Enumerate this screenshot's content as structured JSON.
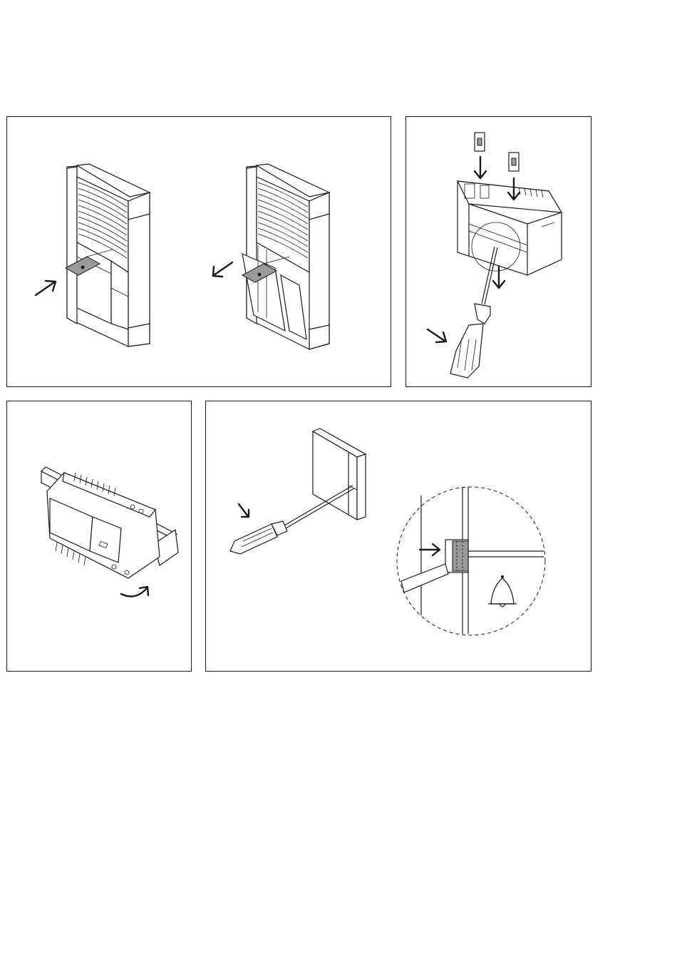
{
  "figure": {
    "panels": [
      {
        "id": "panel-1",
        "content": "door-station-key-removal",
        "arrows": [
          "insert-arrow",
          "pull-out-arrow"
        ]
      },
      {
        "id": "panel-2",
        "content": "module-clip-release-screwdriver",
        "arrows": [
          "down-arrow-1",
          "down-arrow-2",
          "down-arrow-3",
          "push-arrow"
        ]
      },
      {
        "id": "panel-3",
        "content": "din-rail-mount",
        "arrows": [
          "rotate-arrow"
        ]
      },
      {
        "id": "panel-4",
        "content": "button-label-removal-detail",
        "arrows": [
          "push-arrow",
          "insert-arrow"
        ]
      }
    ],
    "colors": {
      "line": "#1a1a1a",
      "fill_gray": "#9a9a9a",
      "background": "#ffffff"
    }
  }
}
